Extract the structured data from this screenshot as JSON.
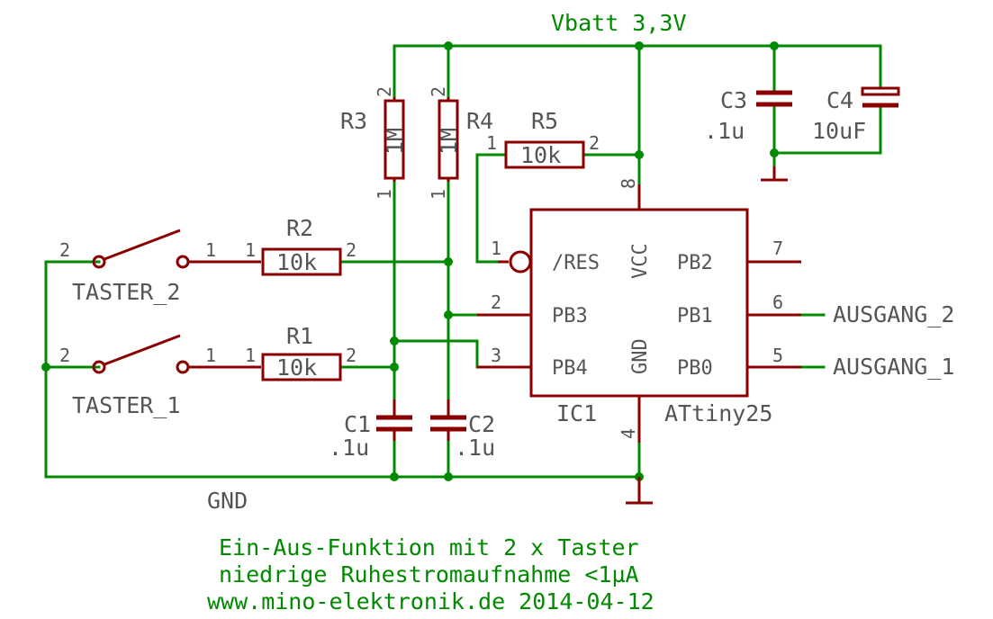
{
  "net_labels": {
    "vbatt": "Vbatt 3,3V",
    "gnd": "GND",
    "out2": "AUSGANG_2",
    "out1": "AUSGANG_1"
  },
  "components": {
    "r1": {
      "name": "R1",
      "value": "10k",
      "pin_a": "1",
      "pin_b": "2"
    },
    "r2": {
      "name": "R2",
      "value": "10k",
      "pin_a": "1",
      "pin_b": "2"
    },
    "r3": {
      "name": "R3",
      "value": "1M",
      "pin_top": "2",
      "pin_bottom": "1"
    },
    "r4": {
      "name": "R4",
      "value": "1M",
      "pin_top": "2",
      "pin_bottom": "1"
    },
    "r5": {
      "name": "R5",
      "value": "10k",
      "pin_a": "1",
      "pin_b": "2"
    },
    "c1": {
      "name": "C1",
      "value": ".1u"
    },
    "c2": {
      "name": "C2",
      "value": ".1u"
    },
    "c3": {
      "name": "C3",
      "value": ".1u"
    },
    "c4": {
      "name": "C4",
      "value": "10uF"
    },
    "taster1": {
      "name": "TASTER_1",
      "pin_a": "2",
      "pin_b": "1"
    },
    "taster2": {
      "name": "TASTER_2",
      "pin_a": "2",
      "pin_b": "1"
    },
    "ic1": {
      "name": "IC1",
      "value": "ATtiny25",
      "pins": {
        "res": {
          "number": "1",
          "label": "/RES"
        },
        "pb3": {
          "number": "2",
          "label": "PB3"
        },
        "pb4": {
          "number": "3",
          "label": "PB4"
        },
        "gnd": {
          "number": "4",
          "label": "GND"
        },
        "pb0": {
          "number": "5",
          "label": "PB0"
        },
        "pb1": {
          "number": "6",
          "label": "PB1"
        },
        "pb2": {
          "number": "7",
          "label": "PB2"
        },
        "vcc": {
          "number": "8",
          "label": "VCC"
        }
      }
    }
  },
  "caption": {
    "line1": "Ein-Aus-Funktion mit 2 x Taster",
    "line2": "niedrige Ruhestromaufnahme <1µA",
    "line3": "www.mino-elektronik.de 2014-04-12"
  },
  "colors": {
    "wire": "#008a00",
    "part": "#8a0000",
    "text": "#555555"
  }
}
